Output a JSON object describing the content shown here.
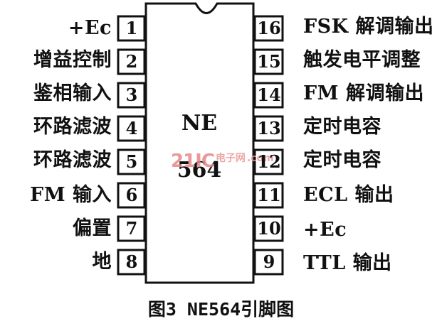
{
  "chip": {
    "name_line1": "NE",
    "name_line2": "564"
  },
  "watermark": {
    "main": "21IC",
    "sub": "电子网",
    "domain": ".com"
  },
  "pins": [
    {
      "num": "1",
      "label": "+Ec"
    },
    {
      "num": "2",
      "label": "增益控制"
    },
    {
      "num": "3",
      "label": "鉴相输入"
    },
    {
      "num": "4",
      "label": "环路滤波"
    },
    {
      "num": "5",
      "label": "环路滤波"
    },
    {
      "num": "6",
      "label": "FM 输入"
    },
    {
      "num": "7",
      "label": "偏置"
    },
    {
      "num": "8",
      "label": "地"
    },
    {
      "num": "9",
      "label": "TTL 输出"
    },
    {
      "num": "10",
      "label": "+Ec"
    },
    {
      "num": "11",
      "label": "ECL 输出"
    },
    {
      "num": "12",
      "label": "定时电容"
    },
    {
      "num": "13",
      "label": "定时电容"
    },
    {
      "num": "14",
      "label": "FM 解调输出"
    },
    {
      "num": "15",
      "label": "触发电平调整"
    },
    {
      "num": "16",
      "label": "FSK 解调输出"
    }
  ],
  "caption": "图3 NE564引脚图"
}
